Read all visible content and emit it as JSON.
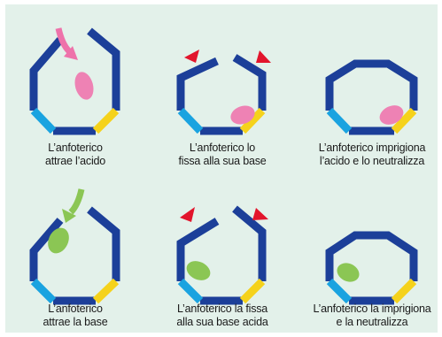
{
  "colors": {
    "background": "#e3f1ea",
    "frame": "#1c3f99",
    "left_base": "#1aa3e0",
    "right_base": "#f5d21c",
    "acid": "#ee82b4",
    "base": "#8bc654",
    "acid_arrow": "#ee72aa",
    "base_arrow": "#8bc654",
    "lock_marker": "#e2152c"
  },
  "captions": {
    "acid_attract": {
      "line1": "L’anfoterico",
      "line2": "attrae l’acido"
    },
    "acid_fix": {
      "line1": "L’anfoterico  lo",
      "line2": "fissa alla sua base"
    },
    "acid_trap": {
      "line1": "L’anfoterico imprigiona",
      "line2": "l’acido e lo neutralizza"
    },
    "base_attract": {
      "line1": "L’anfoterico",
      "line2": "attrae la base"
    },
    "base_fix": {
      "line1": "L’anfoterico la fissa",
      "line2": "alla sua base acida"
    },
    "base_trap": {
      "line1": "L’anfoterico la imprigiona",
      "line2": "e  la neutralizza"
    }
  },
  "icons": {
    "open_cage": "open-amphoteric-cage-icon",
    "closing_cage": "closing-amphoteric-cage-icon",
    "closed_cage": "closed-amphoteric-cage-icon",
    "acid": "acid-molecule-icon",
    "base": "base-molecule-icon",
    "arrow": "curved-arrow-icon",
    "marker": "closing-direction-marker-icon"
  }
}
